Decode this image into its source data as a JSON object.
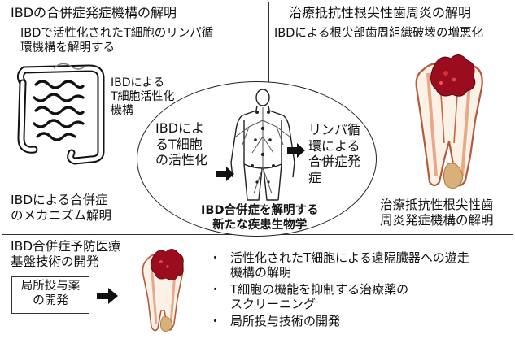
{
  "panels": {
    "ibd": {
      "title": "IBDの合併症発症機構の解明",
      "subtitle": "IBDで活性化されたT細胞のリンパ循\n環機構を解明する",
      "organ_label": "IBDによる\nT細胞活性化\n機構",
      "bottom_label": "IBDによる合併症\nのメカニズム解明"
    },
    "periodontitis": {
      "title": "治療抵抗性根尖性歯周炎の解明",
      "subtitle": "IBDによる根尖部歯周組織破壊の増悪化",
      "bottom_label": "治療抵抗性根尖性歯\n周炎発症機構の解明"
    },
    "center": {
      "left_text": "IBDによ\nるT細胞\nの活性化",
      "right_text": "リンパ循\n環による\n合併症発\n症",
      "bottom_text": "IBD合併症を解明する\n新たな疾患生物学"
    },
    "prevention": {
      "title": "IBD合併症予防医療\n基盤技術の開発",
      "box_label": "局所投与薬\nの開発",
      "bullet_symbol": "・",
      "bullets": [
        "活性化されたT細胞による遠隔臓器への遊走\n機構の解明",
        "T細胞の機能を抑制する治療薬の\nスクリーニング",
        "局所投与技術の開発"
      ]
    }
  },
  "colors": {
    "border": "#333333",
    "lesion": "#9b0d1e",
    "tooth_body": "#fbf1e6",
    "root_tip": "#d9b07a"
  }
}
